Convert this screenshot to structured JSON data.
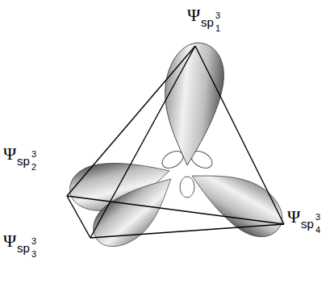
{
  "diagram": {
    "labels": [
      "Ψ",
      "sp",
      "3",
      "1",
      "Ψ",
      "sp",
      "3",
      "2",
      "Ψ",
      "sp",
      "3",
      "3",
      "Ψ",
      "sp",
      "3",
      "4"
    ]
  }
}
